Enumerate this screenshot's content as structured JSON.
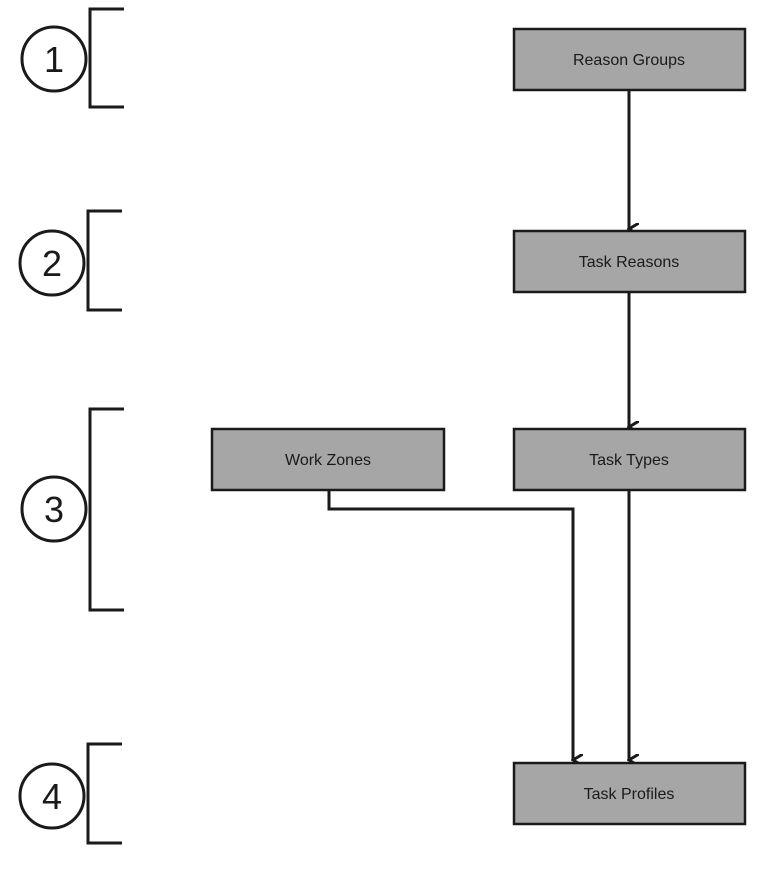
{
  "steps": [
    {
      "number": "1"
    },
    {
      "number": "2"
    },
    {
      "number": "3"
    },
    {
      "number": "4"
    }
  ],
  "nodes": {
    "reason_groups": "Reason Groups",
    "task_reasons": "Task Reasons",
    "work_zones": "Work Zones",
    "task_types": "Task Types",
    "task_profiles": "Task Profiles"
  },
  "edges": [
    {
      "from": "Reason Groups",
      "to": "Task Reasons"
    },
    {
      "from": "Task Reasons",
      "to": "Task Types"
    },
    {
      "from": "Work Zones",
      "to": "Task Profiles"
    },
    {
      "from": "Task Types",
      "to": "Task Profiles"
    }
  ],
  "colors": {
    "node_fill": "#a6a6a6",
    "stroke": "#1a1a1a",
    "background": "#ffffff"
  }
}
